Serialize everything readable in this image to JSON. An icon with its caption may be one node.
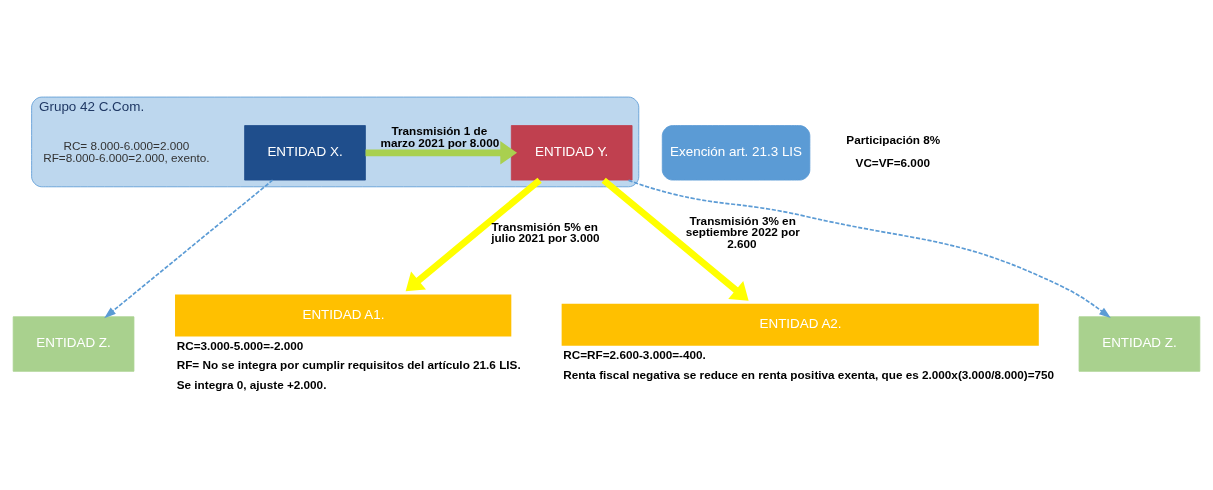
{
  "diagram": {
    "nodes": [
      {
        "text": [
          "Grupo 42 C.Com."
        ]
      },
      {
        "text": [
          "ENTIDAD X."
        ],
        "in": 0
      },
      {
        "text": [
          "ENTIDAD Y."
        ],
        "in": 0
      },
      {
        "text": [
          "Exención art. 21.3 LIS"
        ]
      },
      {
        "text": [
          "ENTIDAD A1."
        ],
        "beside": [
          "RC=3.000-5.000=-2.000",
          "RF= No se integra por cumplir requisitos del artículo 21.6 LIS.",
          "Se integra 0, ajuste +2.000."
        ]
      },
      {
        "text": [
          "ENTIDAD A2."
        ],
        "beside": [
          "RC=RF=2.600-3.000=-400.",
          "Renta fiscal negativa se reduce en renta positiva exenta, que es 2.000x(3.000/8.000)=750"
        ]
      },
      {
        "text": [
          "ENTIDAD Z."
        ]
      },
      {
        "text": [
          "ENTIDAD Z."
        ]
      }
    ],
    "edges": [
      {
        "from": 1,
        "to": 2,
        "arrow": "to",
        "label": "Transmisión 1 de marzo 2021 por 8.000",
        "color": "#a9d04f"
      },
      {
        "from": 2,
        "to": 4,
        "arrow": "to",
        "label": "Transmisión 5% en julio 2021 por 3.000",
        "color": "#ffff00"
      },
      {
        "from": 2,
        "to": 5,
        "arrow": "to",
        "label": "Transmisión 3% en septiembre 2022 por 2.600",
        "color": "#ffff00"
      },
      {
        "from": 1,
        "to": 6,
        "arrow": "to",
        "style": "dashed",
        "color": "#5b9bd5"
      },
      {
        "from": 2,
        "to": 7,
        "arrow": "to",
        "style": "dashed",
        "color": "#5b9bd5"
      }
    ],
    "labels": [
      "RC= 8.000-6.000=2.000",
      "RF=8.000-6.000=2.000, exento.",
      "Participación 8%",
      "VC=VF=6.000"
    ]
  }
}
